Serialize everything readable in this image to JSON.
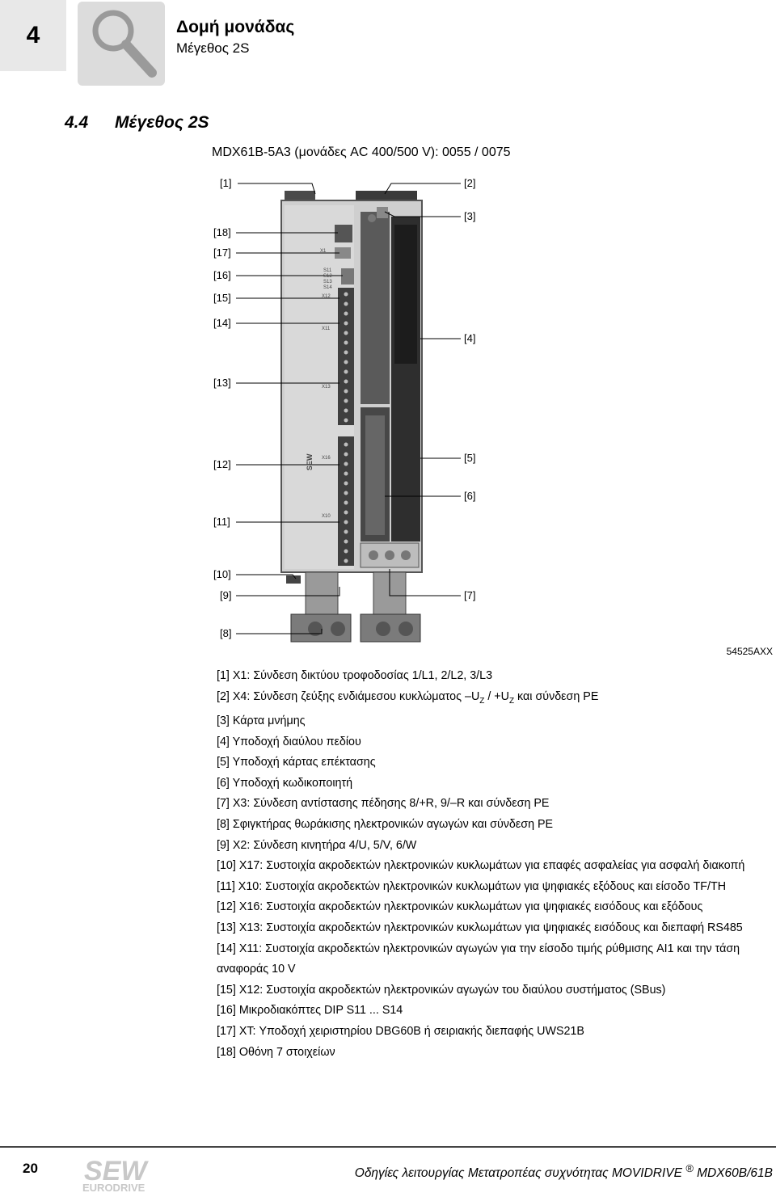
{
  "header": {
    "chapter": "4",
    "title": "Δομή μονάδας",
    "subtitle": "Μέγεθος 2S"
  },
  "section": {
    "number": "4.4",
    "title": "Μέγεθος 2S",
    "variant": "MDX61B-5A3 (μονάδες AC 400/500 V): 0055 / 0075"
  },
  "figure": {
    "code": "54525AXX",
    "callouts_left": [
      "[1]",
      "[18]",
      "[17]",
      "[16]",
      "[15]",
      "[14]",
      "[13]",
      "[12]",
      "[11]",
      "[10]",
      "[9]",
      "[8]"
    ],
    "callouts_right": [
      "[2]",
      "[3]",
      "[4]",
      "[5]",
      "[6]",
      "[7]"
    ],
    "device_labels": {
      "x1": "X1",
      "s11": "S11",
      "s12": "S12",
      "s13": "S13",
      "s14": "S14",
      "x12": "X12",
      "x11": "X11",
      "x13": "X13",
      "x16": "X16",
      "x10": "X10",
      "brand": "SEW"
    }
  },
  "legend": [
    {
      "num": "[1]",
      "text": "X1: Σύνδεση δικτύου τροφοδοσίας 1/L1, 2/L2, 3/L3"
    },
    {
      "num": "[2]",
      "pre": "X4: Σύνδεση ζεύξης ενδιάμεσου κυκλώματος –U",
      "sub1": "Z",
      "mid": " / +U",
      "sub2": "Z",
      "post": " και σύνδεση PE"
    },
    {
      "num": "[3]",
      "text": "Κάρτα μνήμης"
    },
    {
      "num": "[4]",
      "text": "Υποδοχή διαύλου πεδίου"
    },
    {
      "num": "[5]",
      "text": "Υποδοχή κάρτας επέκτασης"
    },
    {
      "num": "[6]",
      "text": "Υποδοχή κωδικοποιητή"
    },
    {
      "num": "[7]",
      "text": "X3: Σύνδεση αντίστασης πέδησης 8/+R, 9/–R και σύνδεση PE"
    },
    {
      "num": "[8]",
      "text": "Σφιγκτήρας θωράκισης ηλεκτρονικών αγωγών και σύνδεση PE"
    },
    {
      "num": "[9]",
      "text": "X2: Σύνδεση κινητήρα 4/U, 5/V, 6/W"
    },
    {
      "num": "[10]",
      "text": "X17: Συστοιχία ακροδεκτών ηλεκτρονικών κυκλωμάτων για επαφές ασφαλείας για ασφαλή διακοπή"
    },
    {
      "num": "[11]",
      "text": "X10: Συστοιχία ακροδεκτών ηλεκτρονικών κυκλωμάτων για ψηφιακές εξόδους και είσοδο TF/TH"
    },
    {
      "num": "[12]",
      "text": "X16: Συστοιχία ακροδεκτών ηλεκτρονικών κυκλωμάτων για ψηφιακές εισόδους και εξόδους"
    },
    {
      "num": "[13]",
      "text": "X13: Συστοιχία ακροδεκτών ηλεκτρονικών κυκλωμάτων για ψηφιακές εισόδους και διεπαφή RS485"
    },
    {
      "num": "[14]",
      "text": "X11: Συστοιχία ακροδεκτών ηλεκτρονικών αγωγών για την είσοδο τιμής ρύθμισης AI1 και την τάση αναφοράς 10 V"
    },
    {
      "num": "[15]",
      "text": "X12: Συστοιχία ακροδεκτών ηλεκτρονικών αγωγών του διαύλου συστήματος (SBus)"
    },
    {
      "num": "[16]",
      "text": "Μικροδιακόπτες DIP S11 ... S14"
    },
    {
      "num": "[17]",
      "text": "XT: Υποδοχή χειριστηρίου DBG60B ή σειριακής διεπαφής UWS21B"
    },
    {
      "num": "[18]",
      "text": "Οθόνη 7 στοιχείων"
    }
  ],
  "footer": {
    "page": "20",
    "logo_top": "SEW",
    "logo_bottom": "EURODRIVE",
    "text_pre": "Οδηγίες λειτουργίας Μετατροπέας συχνότητας MOVIDRIVE",
    "reg": "®",
    "text_post": " MDX60B/61B"
  }
}
